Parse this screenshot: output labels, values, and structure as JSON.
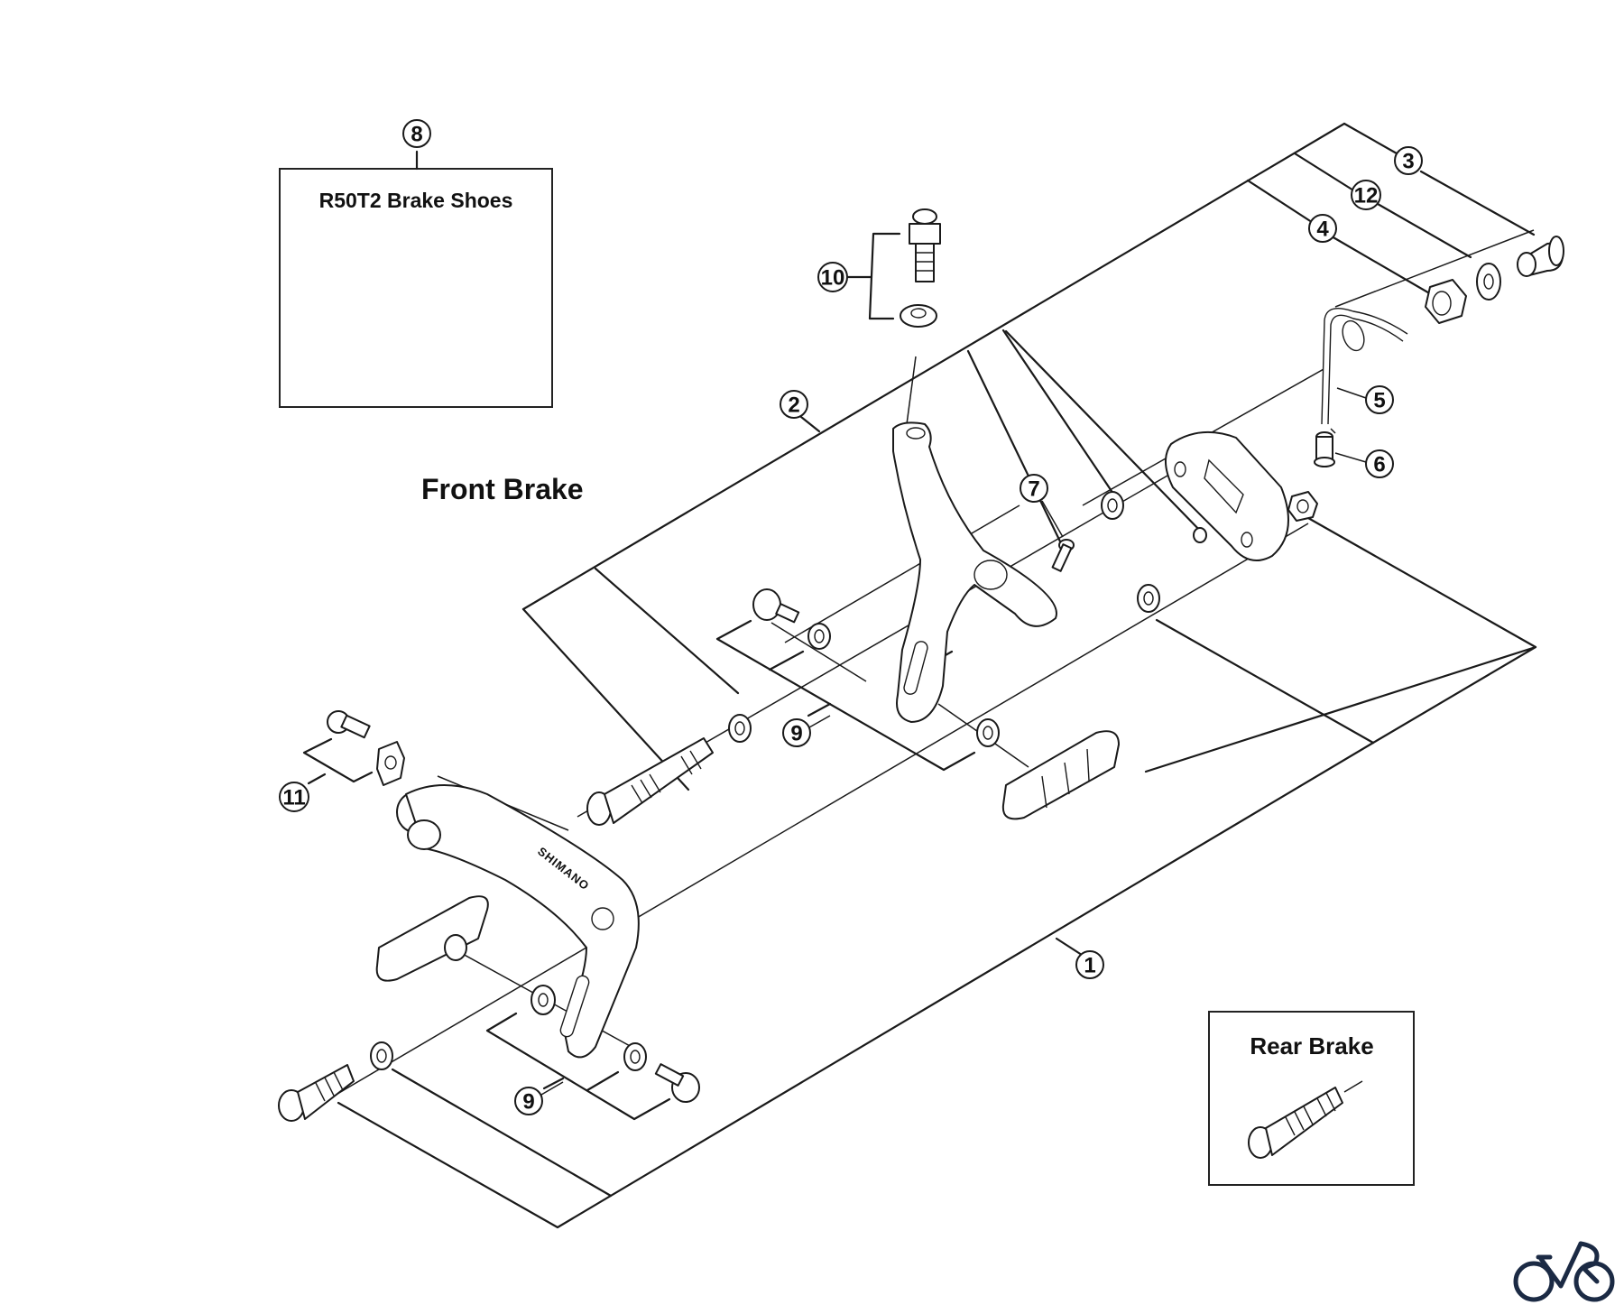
{
  "diagram": {
    "title": "Front Brake",
    "inset_top": {
      "title": "R50T2 Brake Shoes",
      "callout": "8"
    },
    "inset_bottom": {
      "title": "Rear Brake"
    },
    "brand_text": "SHIMANO",
    "callouts": [
      {
        "id": "1",
        "label": "1"
      },
      {
        "id": "2",
        "label": "2"
      },
      {
        "id": "3",
        "label": "3"
      },
      {
        "id": "4",
        "label": "4"
      },
      {
        "id": "5",
        "label": "5"
      },
      {
        "id": "6",
        "label": "6"
      },
      {
        "id": "7",
        "label": "7"
      },
      {
        "id": "8",
        "label": "8"
      },
      {
        "id": "9a",
        "label": "9"
      },
      {
        "id": "9b",
        "label": "9"
      },
      {
        "id": "10",
        "label": "10"
      },
      {
        "id": "11",
        "label": "11"
      },
      {
        "id": "12",
        "label": "12"
      }
    ],
    "logo": {
      "name": "bike-logo",
      "color": "#1b2a44"
    }
  }
}
